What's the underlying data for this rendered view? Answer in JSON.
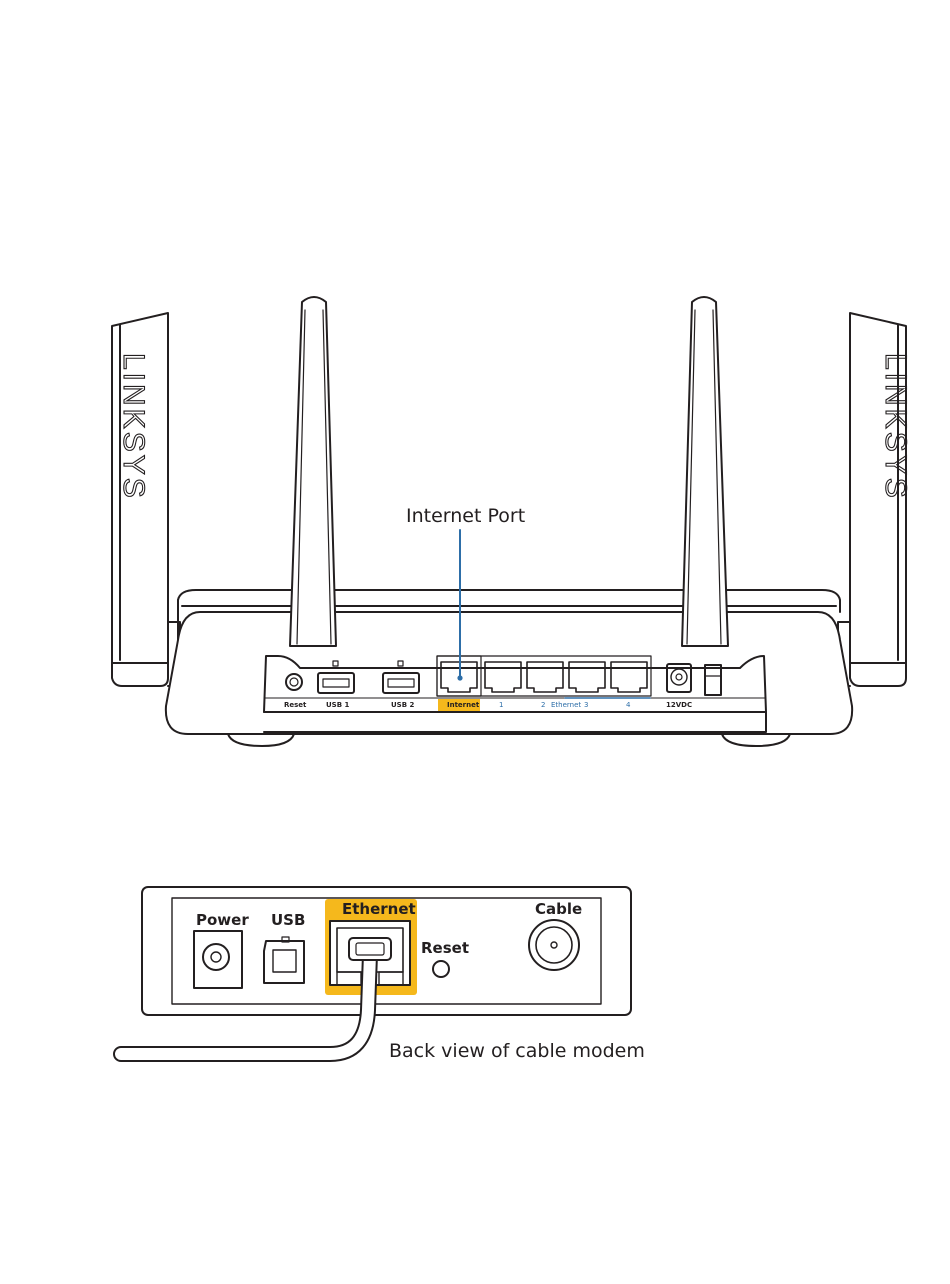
{
  "router": {
    "brand": "LINKSYS",
    "callout": "Internet Port",
    "ports": {
      "reset": "Reset",
      "usb1": "USB 1",
      "usb2": "USB 2",
      "internet": "Internet",
      "eth1": "1",
      "eth2": "2",
      "ethernet": "Ethernet",
      "eth3": "3",
      "eth4": "4",
      "power": "12VDC"
    }
  },
  "modem": {
    "labels": {
      "power": "Power",
      "usb": "USB",
      "ethernet": "Ethernet",
      "reset": "Reset",
      "cable": "Cable"
    },
    "caption": "Back view of cable modem"
  },
  "colors": {
    "line": "#231f20",
    "highlight": "#f5b81c",
    "callout_line": "#2d6ea8"
  }
}
